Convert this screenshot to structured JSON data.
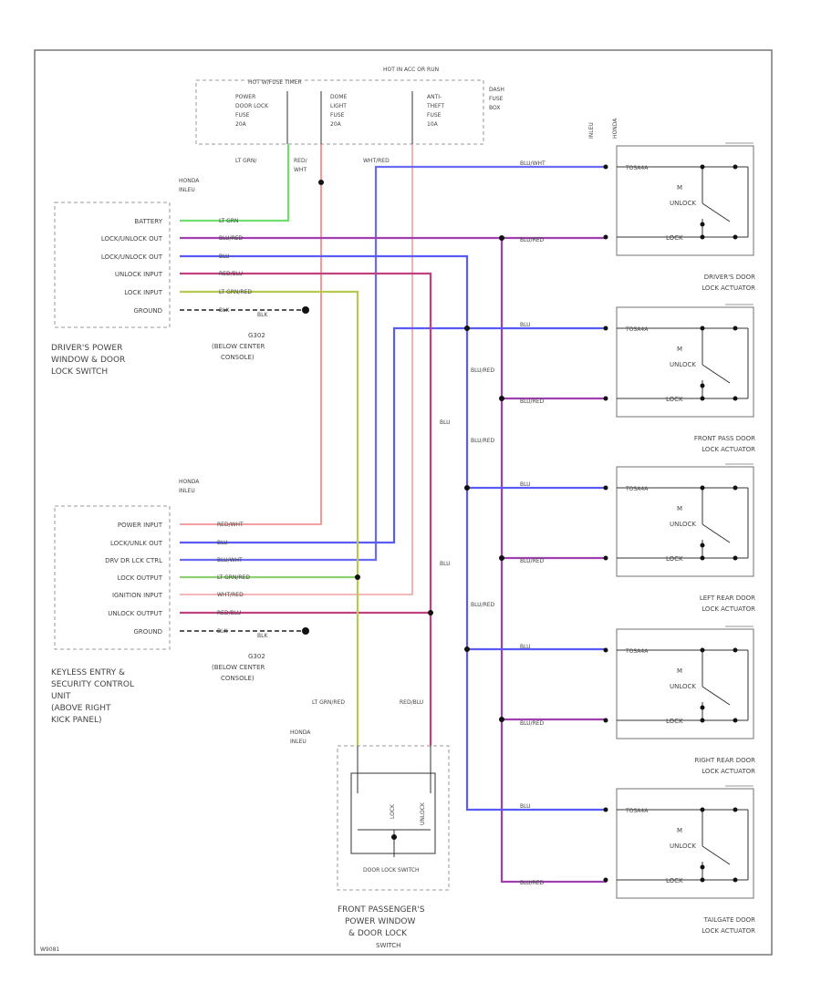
{
  "fuse_box": {
    "hot_label": "HOT W/FUSE TIMER",
    "hot_label2": "HOT IN ACC OR RUN",
    "fuse1": [
      "POWER",
      "DOOR LOCK",
      "FUSE",
      "20A"
    ],
    "fuse2": [
      "DOME",
      "LIGHT",
      "FUSE",
      "20A"
    ],
    "fuse3": [
      "ANTI-",
      "THEFT",
      "FUSE",
      "10A"
    ],
    "box_label": [
      "DASH",
      "FUSE",
      "BOX"
    ]
  },
  "driver_switch": {
    "connector": [
      "HONDA",
      "INLEU"
    ],
    "pins": [
      "BATTERY",
      "LOCK/UNLOCK OUT",
      "LOCK/UNLOCK OUT",
      "UNLOCK INPUT",
      "LOCK INPUT",
      "GROUND"
    ],
    "wires": [
      "LT GRN",
      "BLU/RED",
      "BLU",
      "RED/BLU",
      "LT GRN/RED",
      "BLK"
    ],
    "caption": [
      "DRIVER'S POWER",
      "WINDOW & DOOR",
      "LOCK SWITCH"
    ]
  },
  "ground1": {
    "name": "G302",
    "desc": [
      "(BELOW CENTER",
      "CONSOLE)"
    ],
    "wire": "BLK"
  },
  "ground2": {
    "name": "G302",
    "desc": [
      "(BELOW CENTER",
      "CONSOLE)"
    ],
    "wire": "BLK"
  },
  "keyless_unit": {
    "connector": [
      "HONDA",
      "INLEU"
    ],
    "pins": [
      "POWER INPUT",
      "LOCK/UNLK OUT",
      "DRV DR LCK CTRL",
      "LOCK OUTPUT",
      "IGNITION INPUT",
      "UNLOCK OUTPUT",
      "GROUND"
    ],
    "wires": [
      "RED/WHT",
      "BLU",
      "BLU/WHT",
      "LT GRN/RED",
      "WHT/RED",
      "RED/BLU",
      "BLK"
    ],
    "caption": [
      "KEYLESS ENTRY &",
      "SECURITY CONTROL",
      "UNIT",
      "(ABOVE RIGHT",
      "KICK PANEL)"
    ]
  },
  "wire_labels": {
    "lt_grn_top": "LT GRN/",
    "red_wht_top": "RED/",
    "wht_red_top": "WHT/RED",
    "wht": "WHT",
    "blu_vertical": "BLU",
    "blu_red_vertical": "BLU/RED"
  },
  "passenger_switch": {
    "connector": [
      "HONDA",
      "INLEU"
    ],
    "wire_a": "LT GRN/RED",
    "wire_b": "RED/BLU",
    "inner": [
      "LOCK",
      "UNLOCK"
    ],
    "label": "DOOR LOCK SWITCH",
    "caption": [
      "FRONT PASSENGER'S",
      "POWER WINDOW",
      "& DOOR LOCK",
      "SWITCH"
    ]
  },
  "actuator_connector": [
    "INLEU",
    "HONDA"
  ],
  "actuators": [
    {
      "caption": [
        "DRIVER'S DOOR",
        "LOCK ACTUATOR"
      ],
      "top_wire": "BLU/WHT",
      "bottom_wire": "BLU/RED"
    },
    {
      "caption": [
        "FRONT PASS DOOR",
        "LOCK ACTUATOR"
      ],
      "top_wire": "BLU",
      "bottom_wire": "BLU/RED"
    },
    {
      "caption": [
        "LEFT REAR DOOR",
        "LOCK ACTUATOR"
      ],
      "top_wire": "BLU",
      "bottom_wire": "BLU/RED"
    },
    {
      "caption": [
        "RIGHT REAR DOOR",
        "LOCK ACTUATOR"
      ],
      "top_wire": "BLU",
      "bottom_wire": "BLU/RED"
    },
    {
      "caption": [
        "TAILGATE DOOR",
        "LOCK ACTUATOR"
      ],
      "top_wire": "BLU",
      "bottom_wire": "BLU/RED"
    }
  ],
  "actuator_inner": {
    "motor": "M",
    "unlock": "UNLOCK",
    "lock": "LOCK",
    "tag": "TOSA4A"
  },
  "footer_id": "W9081"
}
